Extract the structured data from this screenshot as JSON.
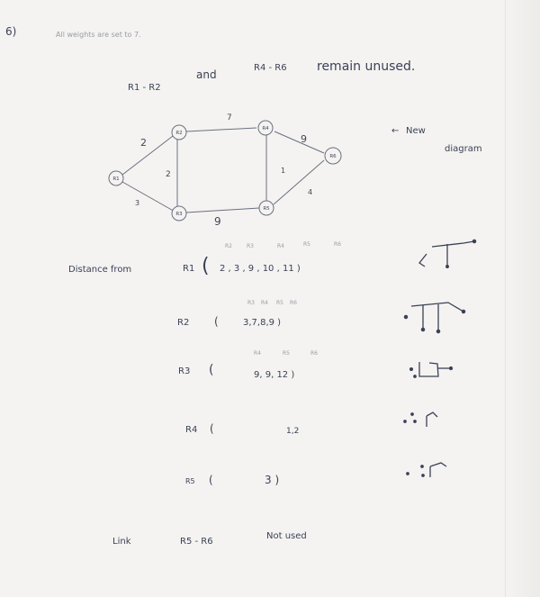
{
  "header": {
    "problem_number": "6)",
    "faint_note": "All weights are set to 7.",
    "router_pair": "R1 - R2",
    "and_word": "and",
    "router_pair_2": "R4 - R6",
    "remain_text": "remain unused."
  },
  "diagram": {
    "nodes": {
      "r1": "R1",
      "r2": "R2",
      "r3": "R3",
      "r4": "R4",
      "r5": "R5",
      "r6": "R6"
    },
    "edge_weights": {
      "r1_r2": "2",
      "r1_r3": "3",
      "r2_r3": "2",
      "r2_r4": "7",
      "r3_r5": "9",
      "r4_r5": "1",
      "r4_r6": "9",
      "r5_r6": "4"
    },
    "annotation": {
      "arrow": "←",
      "line1": "New",
      "line2": "diagram"
    }
  },
  "distances": {
    "label": "Distance from",
    "rows": [
      {
        "router": "R1",
        "open": "(",
        "values": "2 , 3 ,   9 ,  10 ,  11 )",
        "col_labels": [
          "R2",
          "R3",
          "R4",
          "R5",
          "R6"
        ]
      },
      {
        "router": "R2",
        "open": "(",
        "values": "3,7,8,9 )",
        "col_labels": [
          "R3",
          "R4",
          "R5",
          "R6"
        ]
      },
      {
        "router": "R3",
        "open": "(",
        "values": "9,  9,  12 )",
        "col_labels": [
          "R4",
          "R5",
          "R6"
        ]
      },
      {
        "router": "R4",
        "open": "(",
        "values": "1,2",
        "col_labels": []
      },
      {
        "router": "R5",
        "open": "(",
        "values": "3  )",
        "col_labels": []
      }
    ]
  },
  "footer": {
    "link_word": "Link",
    "link_pair": "R5 - R6",
    "status": "Not used"
  }
}
